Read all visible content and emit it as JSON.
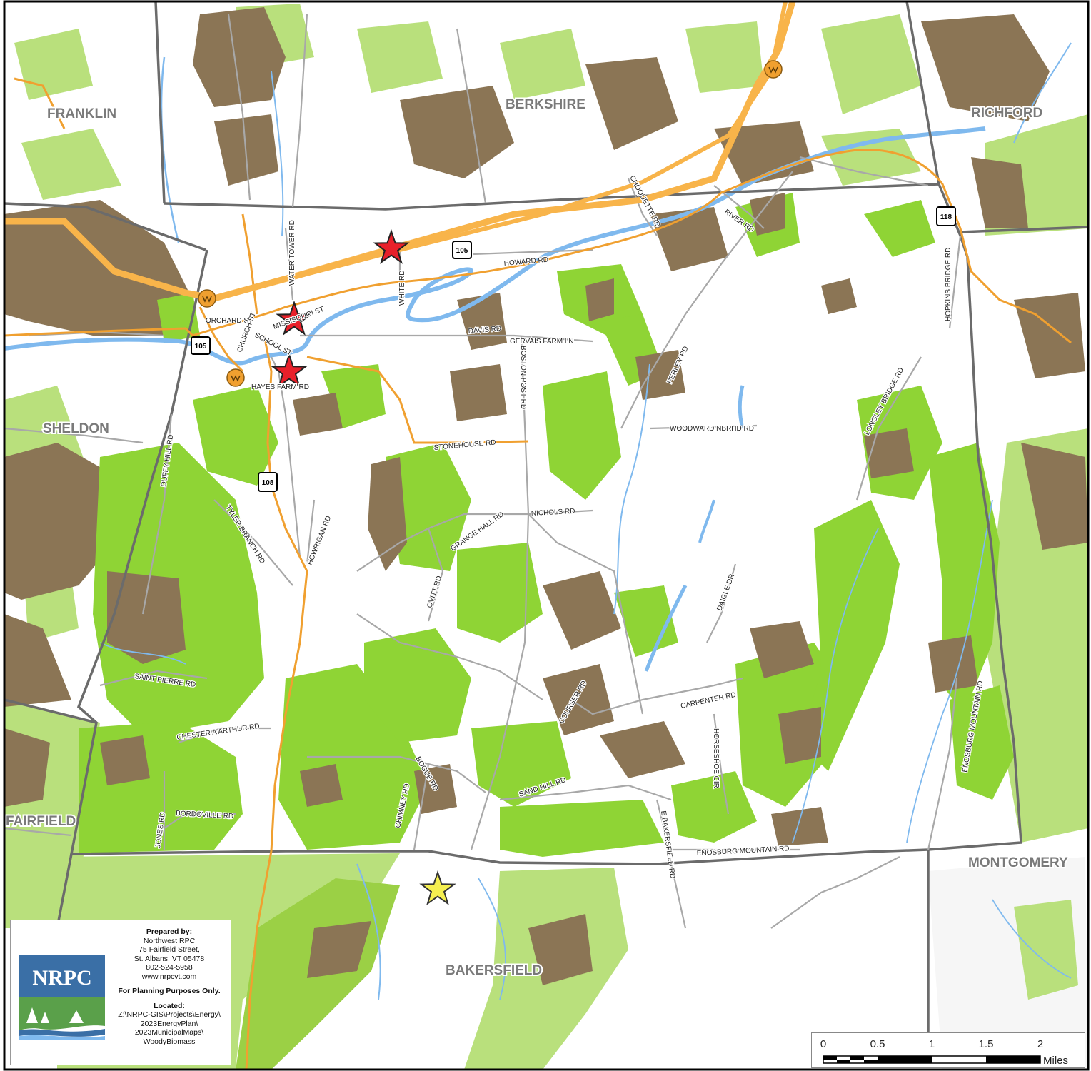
{
  "map": {
    "town_labels": [
      {
        "name": "FRANKLIN"
      },
      {
        "name": "BERKSHIRE"
      },
      {
        "name": "RICHFORD"
      },
      {
        "name": "SHELDON"
      },
      {
        "name": "FAIRFIELD"
      },
      {
        "name": "MONTGOMERY"
      },
      {
        "name": "BAKERSFIELD"
      }
    ],
    "road_labels": [
      "CHOQUETTE RD",
      "RIVER RD",
      "WATER TOWER RD",
      "WHITE RD",
      "HOWARD RD",
      "ORCHARD ST",
      "MISSISQUOI ST",
      "CHURCH ST",
      "SCHOOL ST",
      "HAYES FARM RD",
      "DAVIS RD",
      "GERVAIS FARM LN",
      "BOSTON POST RD",
      "PERLEY RD",
      "HOPKINS BRIDGE RD",
      "WOODWARD NBRHD RD",
      "LONGLEY BRIDGE RD",
      "STONEHOUSE RD",
      "DUFFY HILL RD",
      "TYLER BRANCH RD",
      "HOWRIGAN RD",
      "NICHOLS RD",
      "GRANGE HALL RD",
      "OVITT RD",
      "DAIGLE DR",
      "SAINT PIERRE RD",
      "CHESTER A ARTHUR RD",
      "COURSER RD",
      "CARPENTER RD",
      "HORSESHOE CIR",
      "ENOSBURG MOUNTAIN RD",
      "BOGUE RD",
      "CHIMNEY RD",
      "SAND HILL RD",
      "BORDOVILLE RD",
      "JONES RD",
      "E BAKERSFIELD RD"
    ],
    "route_shields": [
      "105",
      "105",
      "118",
      "108"
    ],
    "colors": {
      "forest_bright": "#8fd435",
      "forest_pale": "#b9e07c",
      "forest_brown": "#8b7555",
      "water": "#7fb9ee",
      "road_gray": "#a8a8a8",
      "route_orange": "#f0a030",
      "transmission": "#f8b44a",
      "town_boundary": "#6b6b6b",
      "star_red": "#e8202a",
      "star_yellow": "#f5ef50"
    }
  },
  "info_box": {
    "prepared_by_label": "Prepared by:",
    "org": "Northwest RPC",
    "street": "75 Fairfield Street,",
    "city": "St. Albans, VT  05478",
    "phone": "802-524-5958",
    "web": "www.nrpcvt.com",
    "disclaimer": "For Planning Purposes Only.",
    "located_label": "Located:",
    "path_1": "Z:\\NRPC-GIS\\Projects\\Energy\\",
    "path_2": "2023EnergyPlan\\",
    "path_3": "2023MunicipalMaps\\",
    "path_4": "WoodyBiomass",
    "logo_text": "NRPC"
  },
  "scale_bar": {
    "ticks": [
      "0",
      "0.5",
      "1",
      "1.5",
      "2"
    ],
    "unit": "Miles"
  }
}
